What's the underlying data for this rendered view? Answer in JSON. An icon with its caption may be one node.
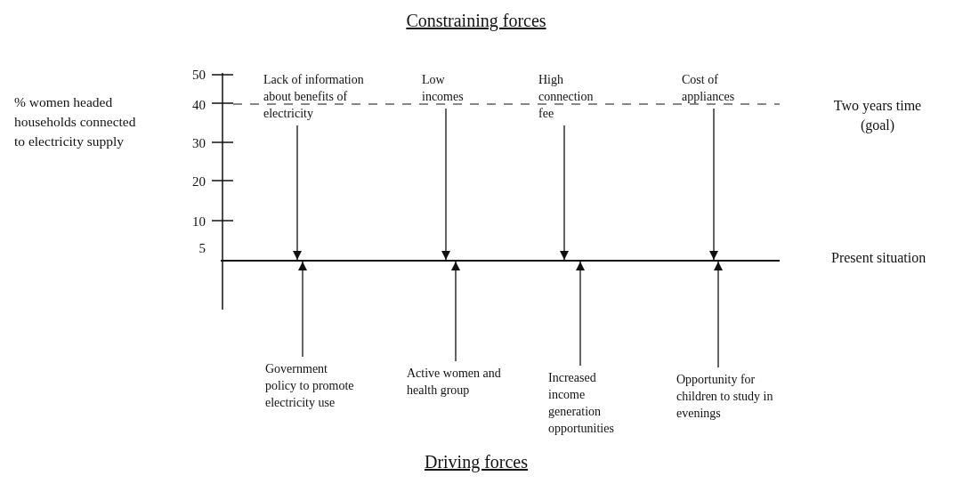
{
  "diagram": {
    "nodes": [
      {
        "text": [
          "Lack of information about benefits of electricity"
        ]
      },
      {
        "text": [
          "Low incomes"
        ]
      },
      {
        "text": [
          "High connection fee"
        ]
      },
      {
        "text": [
          "Cost of appliances"
        ]
      },
      {
        "text": [
          "Government policy to promote electricity use"
        ]
      },
      {
        "text": [
          "Active women and health group"
        ]
      },
      {
        "text": [
          "Increased income generation opportunities"
        ]
      },
      {
        "text": [
          "Opportunity for children to study in evenings"
        ]
      },
      {
        "text": [],
        "shape": "bar",
        "beside": [
          "Present situation"
        ]
      }
    ],
    "edges": [
      {
        "from": 0,
        "to": 8,
        "arrow": "to"
      },
      {
        "from": 1,
        "to": 8,
        "arrow": "to"
      },
      {
        "from": 2,
        "to": 8,
        "arrow": "to"
      },
      {
        "from": 3,
        "to": 8,
        "arrow": "to"
      },
      {
        "from": 4,
        "to": 8,
        "arrow": "to"
      },
      {
        "from": 5,
        "to": 8,
        "arrow": "to"
      },
      {
        "from": 6,
        "to": 8,
        "arrow": "to"
      },
      {
        "from": 7,
        "to": 8,
        "arrow": "to"
      }
    ],
    "labels": [
      "Constraining forces",
      "% women headed households connected to electricity supply",
      "50",
      "40",
      "30",
      "20",
      "10",
      "5",
      "Two years time (goal)",
      "Driving forces"
    ]
  }
}
